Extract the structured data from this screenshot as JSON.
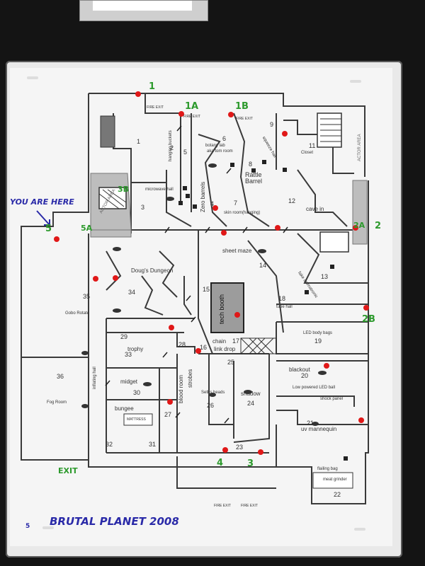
{
  "map": {
    "title": "BRUTAL PLANET 2008",
    "page_number": "5",
    "you_are_here": "YOU ARE HERE",
    "actor_area": "ACTOR AREA",
    "exit": "EXIT",
    "fire_exit": "FIRE EXIT",
    "green_markers": [
      "1",
      "1A",
      "1B",
      "2",
      "2A",
      "2B",
      "3",
      "3B",
      "4",
      "5",
      "5A"
    ],
    "rooms": {
      "r1": "1",
      "r2": "2",
      "r3": "3",
      "r4": "4",
      "r5": "5",
      "r6": "6",
      "r7": "7",
      "r8": "8",
      "r9": "9",
      "r11": "11",
      "r12": "12",
      "r13": "13",
      "r14": "14",
      "r15": "15",
      "r16": "16",
      "r17": "17",
      "r18": "18",
      "r19": "19",
      "r20": "20",
      "r21": "21",
      "r22": "22",
      "r23": "23",
      "r24": "24",
      "r25": "25",
      "r26": "26",
      "r27": "27",
      "r28": "28",
      "r29": "29",
      "r30": "30",
      "r31": "31",
      "r32": "32",
      "r33": "33",
      "r34": "34",
      "r35": "35",
      "r36": "36"
    },
    "labels": {
      "hanging_buckets": "hanging buckets",
      "botany_lab": "botany lab",
      "aka_tom_room": "aka tom room",
      "rattle_barrel": "Rattle Barrel",
      "closet": "Closet",
      "squeeze_hall": "squeeze hall",
      "zero_barrels": "Zero barrels",
      "skin_room": "skin room(hanging)",
      "cave_in": "cave in",
      "sheet_maze": "sheet maze",
      "dougs_dungeon": "Doug's Dungeon",
      "gobo_rotate": "Gobo Rotate",
      "tech_booth": "tech booth",
      "tube_hall": "tube hall",
      "fake_animatronic": "fake animatronic",
      "led_body_bags": "LED body bags",
      "chain": "chain",
      "link_drop": "link drop",
      "trophy": "trophy",
      "midget": "midget",
      "bungee": "bungee",
      "fog_room": "Fog Room",
      "inflating_hall": "inflating hall",
      "strobes": "strobes",
      "blood_room": "blood room",
      "seths_heads": "Seths heads",
      "shadow": "shadow",
      "blackout": "blackout",
      "low_powered_led": "Low powered LED ball",
      "shock_panel": "shock panel",
      "uv_mannequin": "uv mannequin",
      "flailing_bag": "flailing bag",
      "meat_grinder": "meat grinder",
      "mattress": "MATTRESS",
      "microwave_hall": "microwave hall"
    }
  },
  "colors": {
    "marker_red": "#e01818",
    "handwriting_green": "#2d9a2d",
    "handwriting_blue": "#2a2aa8",
    "wall": "#3a3a3a"
  }
}
